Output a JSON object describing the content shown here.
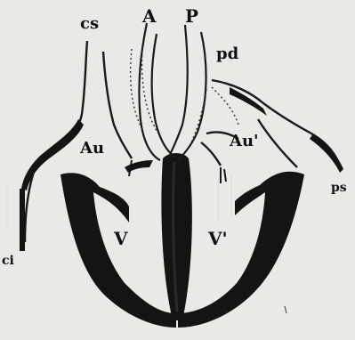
{
  "labels": {
    "cs": "cs",
    "A": "A",
    "P": "P",
    "pd": "pd",
    "Au": "Au",
    "Au_prime": "Au'",
    "V": "V",
    "V_prime": "V'",
    "ci": "ci",
    "ps": "ps"
  },
  "colors": {
    "background": "#e9e9e6",
    "ink": "#111111"
  }
}
